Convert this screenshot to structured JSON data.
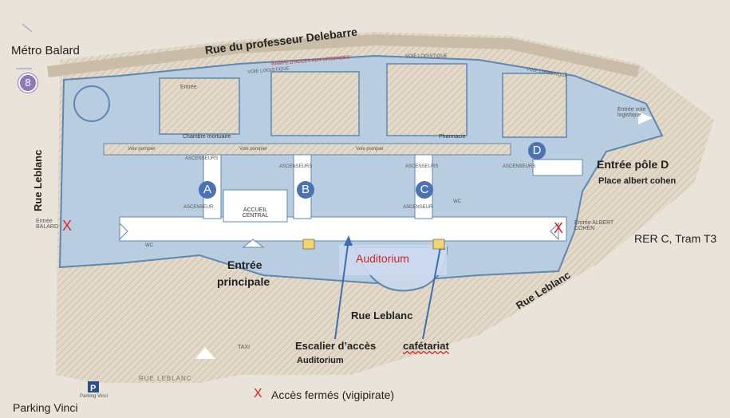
{
  "streets": {
    "top": "Rue du professeur Delebarre",
    "left": "Rue Leblanc",
    "right": "Rue Leblanc",
    "bottom_label": "Rue Leblanc",
    "bottom_plan": "RUE LEBLANC"
  },
  "places": {
    "metro": "Métro Balard",
    "metro_line": "8",
    "parking": "Parking Vinci",
    "parking_plan": "Parking Vinci",
    "rer": "RER C, Tram T3",
    "taxi": "TAXI"
  },
  "plan_labels": {
    "ramps": "RAMPE D'ACCÈS AUX URGENCES",
    "voie_logistique_1": "VOIE LOGISTIQUE",
    "voie_logistique_2": "VOIE LOGISTIQUE",
    "voie_logistique_3": "VOIE LOGISTIQUE",
    "entree_urgences": "Entrée",
    "chambre": "Chambre mortuaire",
    "pharmacie": "Pharmacie",
    "voie_pompier_1": "Voie pompier",
    "voie_pompier_2": "Voie pompier",
    "voie_pompier_3": "Voie pompier",
    "entree_voie_log": "Entrée voie logistique",
    "accueil": "ACCUEIL CENTRAL",
    "entree_balard": "Entrée BALARD",
    "entree_cohen": "Entrée ALBERT COHEN",
    "ascenseurs": "ASCENSEURS",
    "ascenseur": "ASCENSEUR",
    "wc": "WC"
  },
  "poles": [
    {
      "letter": "A",
      "color": "#4b72b5"
    },
    {
      "letter": "B",
      "color": "#4b72b5"
    },
    {
      "letter": "C",
      "color": "#4b72b5"
    },
    {
      "letter": "D",
      "color": "#4b72b5"
    }
  ],
  "annotations": {
    "entree_pole_d": "Entrée pôle D",
    "place_albert_cohen": "Place albert cohen",
    "entree_principale_1": "Entrée",
    "entree_principale_2": "principale",
    "auditorium": "Auditorium",
    "escalier_1": "Escalier d’accès",
    "escalier_2": "Auditorium",
    "cafetariat": "cafétariat"
  },
  "legend": {
    "mark": "X",
    "text": "Accès fermés (vigipirate)"
  },
  "colors": {
    "building": "#b9cde0",
    "building_edge": "#5f87b2",
    "corridor": "#ffffff",
    "ground": "#e9e3da",
    "hatch": "#d6ccbc",
    "accent_blue": "#4b72b5",
    "closed_red": "#e2231a",
    "auditorium_red": "#d2242a"
  }
}
